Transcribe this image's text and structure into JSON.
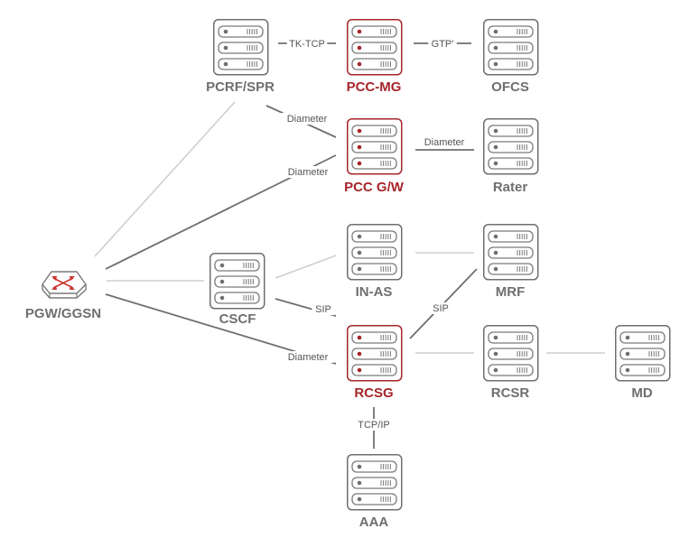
{
  "colors": {
    "normal": "#6f6f6f",
    "highlight": "#a6262b",
    "line_dark": "#6f6f6f",
    "line_light": "#cfcfcf"
  },
  "nodes": {
    "pcrf_spr": {
      "label": "PCRF/SPR",
      "icon": "server-icon",
      "highlight": false
    },
    "pcc_mg": {
      "label": "PCC-MG",
      "icon": "server-icon",
      "highlight": true
    },
    "ofcs": {
      "label": "OFCS",
      "icon": "server-icon",
      "highlight": false
    },
    "pcc_gw": {
      "label": "PCC G/W",
      "icon": "server-icon",
      "highlight": true
    },
    "rater": {
      "label": "Rater",
      "icon": "server-icon",
      "highlight": false
    },
    "pgw_ggsn": {
      "label": "PGW/GGSN",
      "icon": "router-icon",
      "highlight": false
    },
    "cscf": {
      "label": "CSCF",
      "icon": "server-icon",
      "highlight": false
    },
    "in_as": {
      "label": "IN-AS",
      "icon": "server-icon",
      "highlight": false
    },
    "mrf": {
      "label": "MRF",
      "icon": "server-icon",
      "highlight": false
    },
    "rcsg": {
      "label": "RCSG",
      "icon": "server-icon",
      "highlight": true
    },
    "rcsr": {
      "label": "RCSR",
      "icon": "server-icon",
      "highlight": false
    },
    "md": {
      "label": "MD",
      "icon": "server-icon",
      "highlight": false
    },
    "aaa": {
      "label": "AAA",
      "icon": "server-icon",
      "highlight": false
    }
  },
  "edges": [
    {
      "id": "pcrf-pccmg",
      "from": "pcrf_spr",
      "to": "pcc_mg",
      "label": "TK-TCP",
      "style": "dark"
    },
    {
      "id": "pccmg-ofcs",
      "from": "pcc_mg",
      "to": "ofcs",
      "label": "GTP'",
      "style": "dark"
    },
    {
      "id": "pcrf-pccgw",
      "from": "pcrf_spr",
      "to": "pcc_gw",
      "label": "Diameter",
      "style": "dark"
    },
    {
      "id": "pccgw-rater",
      "from": "pcc_gw",
      "to": "rater",
      "label": "Diameter",
      "style": "dark"
    },
    {
      "id": "pgw-pccgw",
      "from": "pgw_ggsn",
      "to": "pcc_gw",
      "label": "Diameter",
      "style": "dark"
    },
    {
      "id": "pgw-pcrf",
      "from": "pgw_ggsn",
      "to": "pcrf_spr",
      "label": "",
      "style": "light"
    },
    {
      "id": "pgw-cscf",
      "from": "pgw_ggsn",
      "to": "cscf",
      "label": "",
      "style": "light"
    },
    {
      "id": "pgw-rcsg",
      "from": "pgw_ggsn",
      "to": "rcsg",
      "label": "Diameter",
      "style": "dark"
    },
    {
      "id": "cscf-inas",
      "from": "cscf",
      "to": "in_as",
      "label": "",
      "style": "light"
    },
    {
      "id": "cscf-rcsg",
      "from": "cscf",
      "to": "rcsg",
      "label": "SIP",
      "style": "dark"
    },
    {
      "id": "inas-mrf",
      "from": "in_as",
      "to": "mrf",
      "label": "",
      "style": "light"
    },
    {
      "id": "rcsg-mrf",
      "from": "rcsg",
      "to": "mrf",
      "label": "SIP",
      "style": "dark"
    },
    {
      "id": "rcsg-rcsr",
      "from": "rcsg",
      "to": "rcsr",
      "label": "",
      "style": "light"
    },
    {
      "id": "rcsr-md",
      "from": "rcsr",
      "to": "md",
      "label": "",
      "style": "light"
    },
    {
      "id": "rcsg-aaa",
      "from": "rcsg",
      "to": "aaa",
      "label": "TCP/IP",
      "style": "dark"
    }
  ]
}
